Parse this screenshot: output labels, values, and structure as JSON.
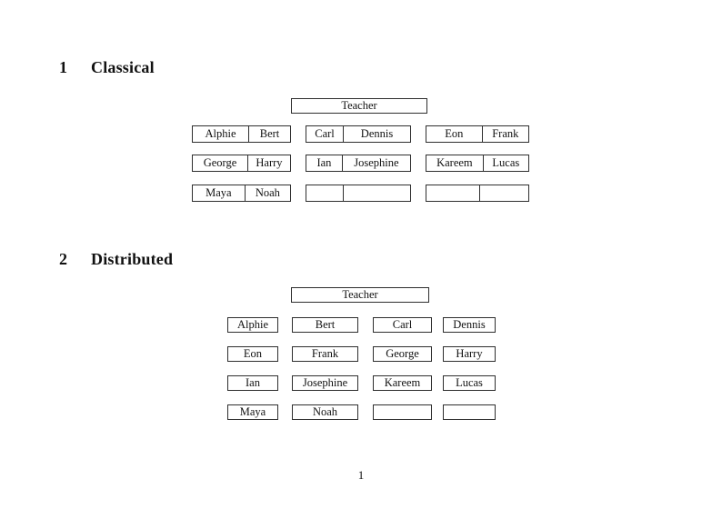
{
  "page_number": "1",
  "sections": {
    "classical": {
      "number": "1",
      "title": "Classical"
    },
    "distributed": {
      "number": "2",
      "title": "Distributed"
    }
  },
  "classical": {
    "teacher": "Teacher",
    "desks": [
      {
        "left": "Alphie",
        "right": "Bert"
      },
      {
        "left": "Carl",
        "right": "Dennis"
      },
      {
        "left": "Eon",
        "right": "Frank"
      },
      {
        "left": "George",
        "right": "Harry"
      },
      {
        "left": "Ian",
        "right": "Josephine"
      },
      {
        "left": "Kareem",
        "right": "Lucas"
      },
      {
        "left": "Maya",
        "right": "Noah"
      },
      {
        "left": "",
        "right": ""
      },
      {
        "left": "",
        "right": ""
      }
    ]
  },
  "distributed": {
    "teacher": "Teacher",
    "desks": [
      "Alphie",
      "Bert",
      "Carl",
      "Dennis",
      "Eon",
      "Frank",
      "George",
      "Harry",
      "Ian",
      "Josephine",
      "Kareem",
      "Lucas",
      "Maya",
      "Noah",
      "",
      ""
    ]
  }
}
